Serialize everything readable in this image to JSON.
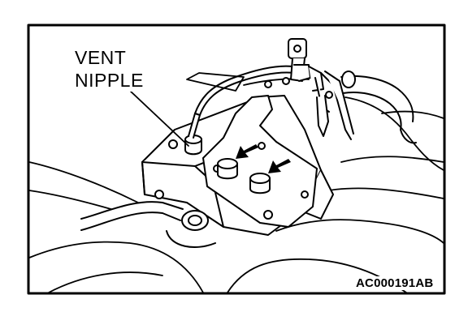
{
  "diagram": {
    "callout": {
      "line1": "VENT",
      "line2": "NIPPLE"
    },
    "figure_code": "AC000191AB",
    "colors": {
      "ink": "#000000",
      "paper": "#ffffff"
    },
    "icons": [
      "arrow-left-down-icon",
      "arrow-left-down-icon"
    ]
  }
}
